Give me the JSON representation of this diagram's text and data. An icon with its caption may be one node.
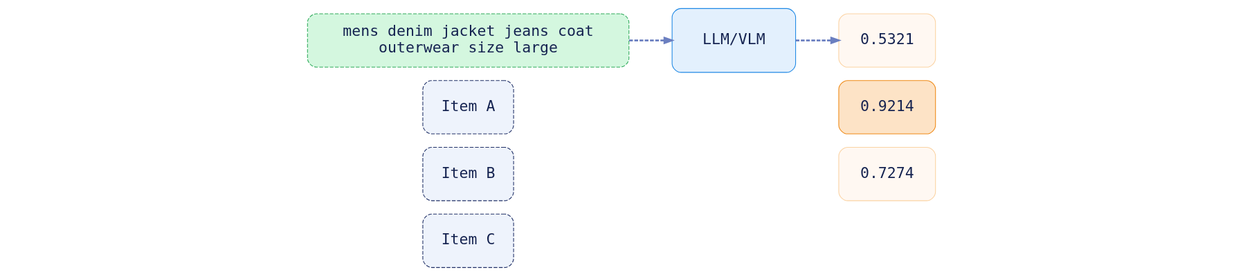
{
  "diagram": {
    "nodes": [
      {
        "text": [
          "mens denim jacket jeans coat outerwear size large"
        ]
      },
      {
        "text": [
          "Item A"
        ]
      },
      {
        "text": [
          "Item B"
        ]
      },
      {
        "text": [
          "Item C"
        ]
      },
      {
        "text": [
          "LLM/VLM"
        ]
      },
      {
        "text": [
          "0.5321"
        ]
      },
      {
        "text": [
          "0.9214"
        ]
      },
      {
        "text": [
          "0.7274"
        ]
      }
    ],
    "edges": [
      {
        "from": 0,
        "to": 4,
        "arrow": "to",
        "style": "dashed"
      },
      {
        "from": 4,
        "to": 5,
        "arrow": "to",
        "style": "dashed"
      }
    ]
  }
}
